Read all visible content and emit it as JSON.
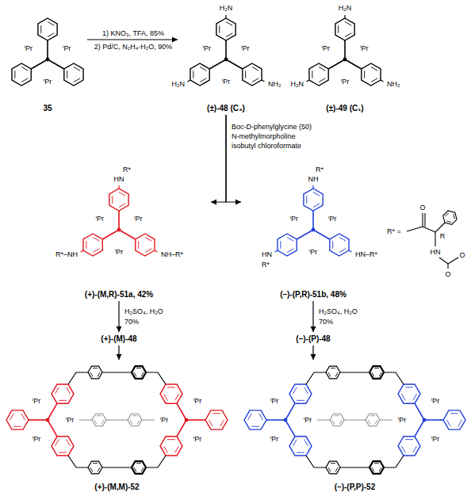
{
  "diagram": {
    "nodes": [
      {
        "text": [
          "35"
        ]
      },
      {
        "text": [
          "(±)-48 (C₃)"
        ]
      },
      {
        "text": [
          "(±)-49 (C₁)"
        ]
      },
      {
        "text": [
          "(+)-(M,R)-51a, 42%"
        ]
      },
      {
        "text": [
          "(–)-(P,R)-51b, 48%"
        ]
      },
      {
        "text": [
          "(+)-(M)-48"
        ]
      },
      {
        "text": [
          "(–)-(P)-48"
        ]
      },
      {
        "text": [
          "(+)-(M,M)-52"
        ]
      },
      {
        "text": [
          "(–)-(P,P)-52"
        ]
      }
    ],
    "edges": [
      {
        "from": 0,
        "to": 1,
        "arrow": "to"
      },
      {
        "from": 1,
        "to": 3,
        "arrow": "to"
      },
      {
        "from": 1,
        "to": 4,
        "arrow": "to"
      },
      {
        "from": 3,
        "to": 5,
        "arrow": "to"
      },
      {
        "from": 4,
        "to": 6,
        "arrow": "to"
      },
      {
        "from": 5,
        "to": 7,
        "arrow": "to"
      },
      {
        "from": 6,
        "to": 8,
        "arrow": "to"
      }
    ],
    "labels": [
      "1) KNO₃, TFA, 85%",
      "2) Pd/C, N₂H₄·H₂O, 90%",
      "ⁱPr",
      "ⁱPr",
      "ⁱPr",
      "ⁱPr",
      "ⁱPr",
      "ⁱPr",
      "H₂N",
      "H₂N",
      "NH₂",
      "ⁱPr",
      "ⁱPr",
      "ⁱPr",
      "H₂N",
      "H₂N",
      "NH₂",
      "Boc-D-phenylglycine (50)",
      "N-methylmorpholine",
      "isobutyl chloroformate",
      "ⁱPr",
      "ⁱPr",
      "ⁱPr",
      "R*",
      "HN",
      "R*–NH",
      "NH–R*",
      "ⁱPr",
      "ⁱPr",
      "ⁱPr",
      "R*",
      "NH",
      "HN",
      "R*",
      "HN–R*",
      "R* =",
      "O",
      "R",
      "HN",
      "O",
      "O",
      "H₂SO₄, H₂O",
      "70%",
      "H₂SO₄, H₂O",
      "70%",
      "ⁱPr",
      "ⁱPr",
      "ⁱPr",
      "ⁱPr",
      "ⁱPr",
      "ⁱPr",
      "ⁱPr",
      "ⁱPr",
      "ⁱPr",
      "ⁱPr",
      "ⁱPr",
      "ⁱPr"
    ]
  }
}
